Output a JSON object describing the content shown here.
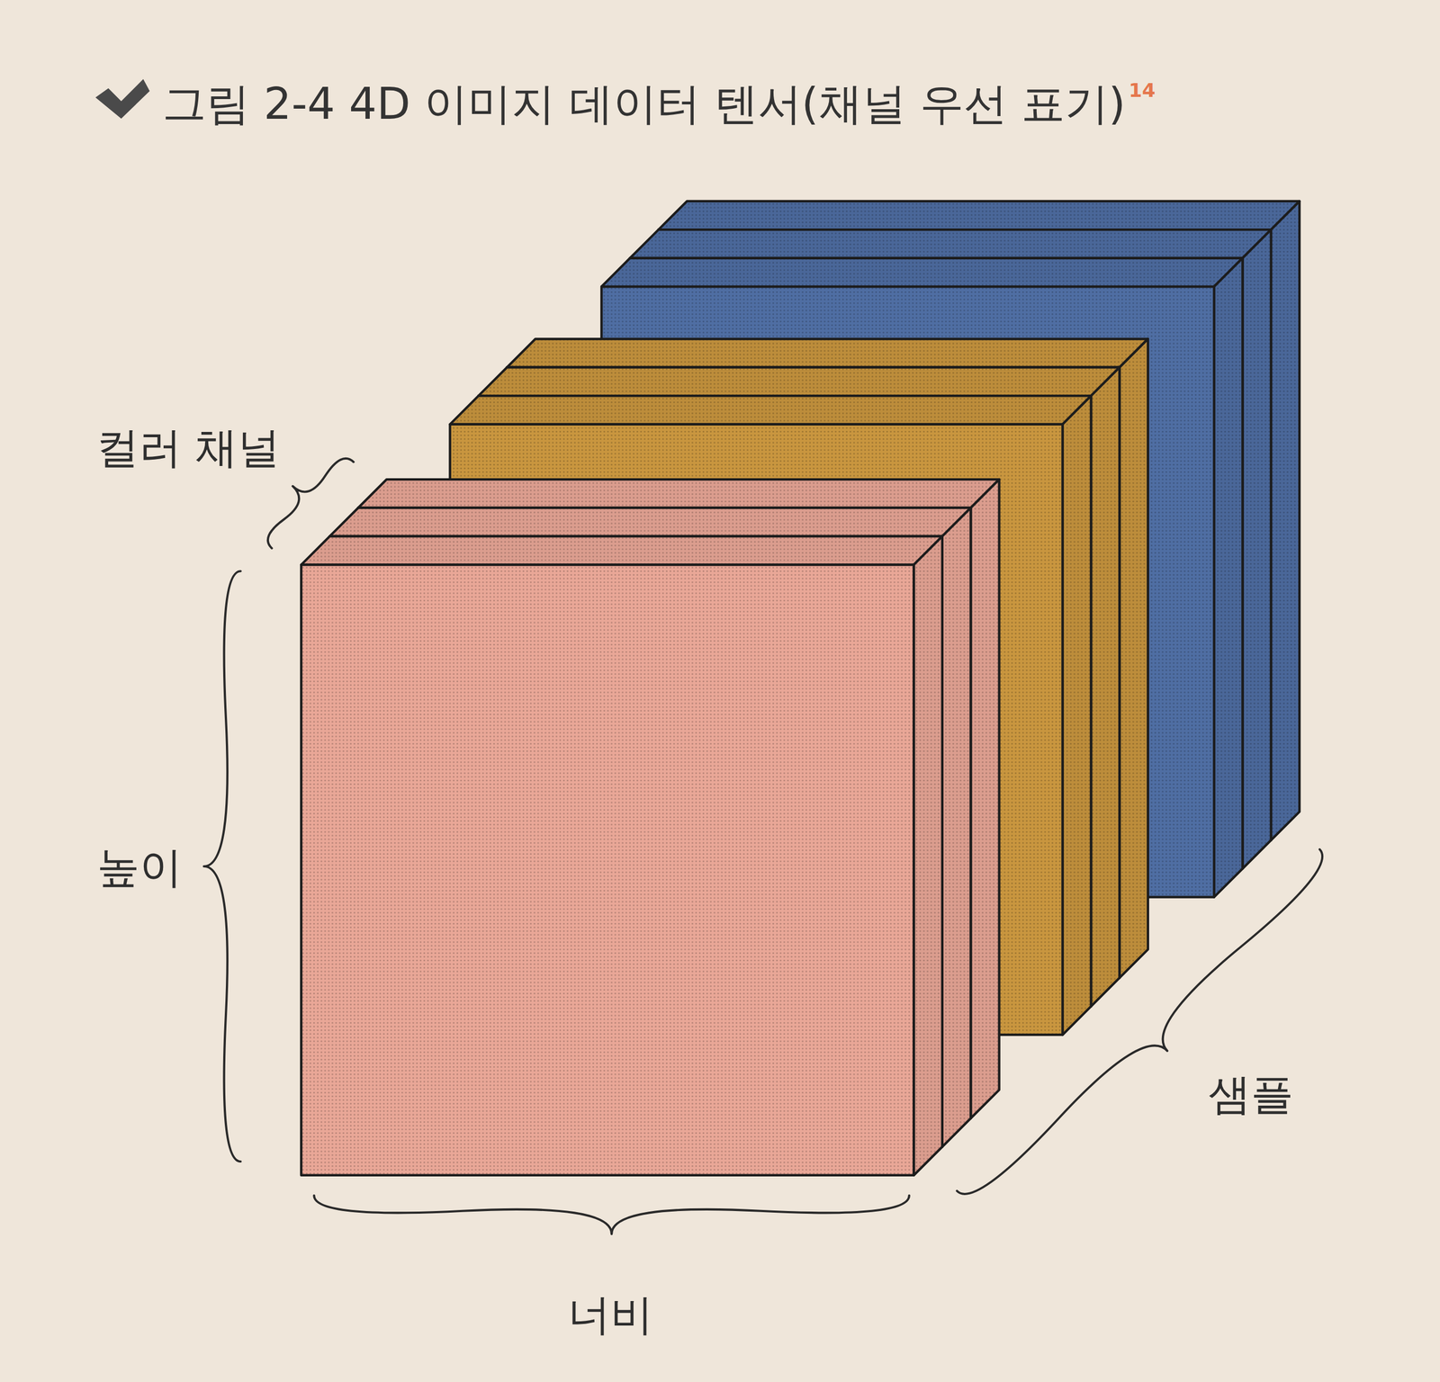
{
  "diagram": {
    "title": "그림 2-4 4D 이미지 데이터 텐서(채널 우선 표기)",
    "labels": [
      "14",
      "컬러 채널",
      "높이",
      "너비",
      "샘플"
    ]
  }
}
